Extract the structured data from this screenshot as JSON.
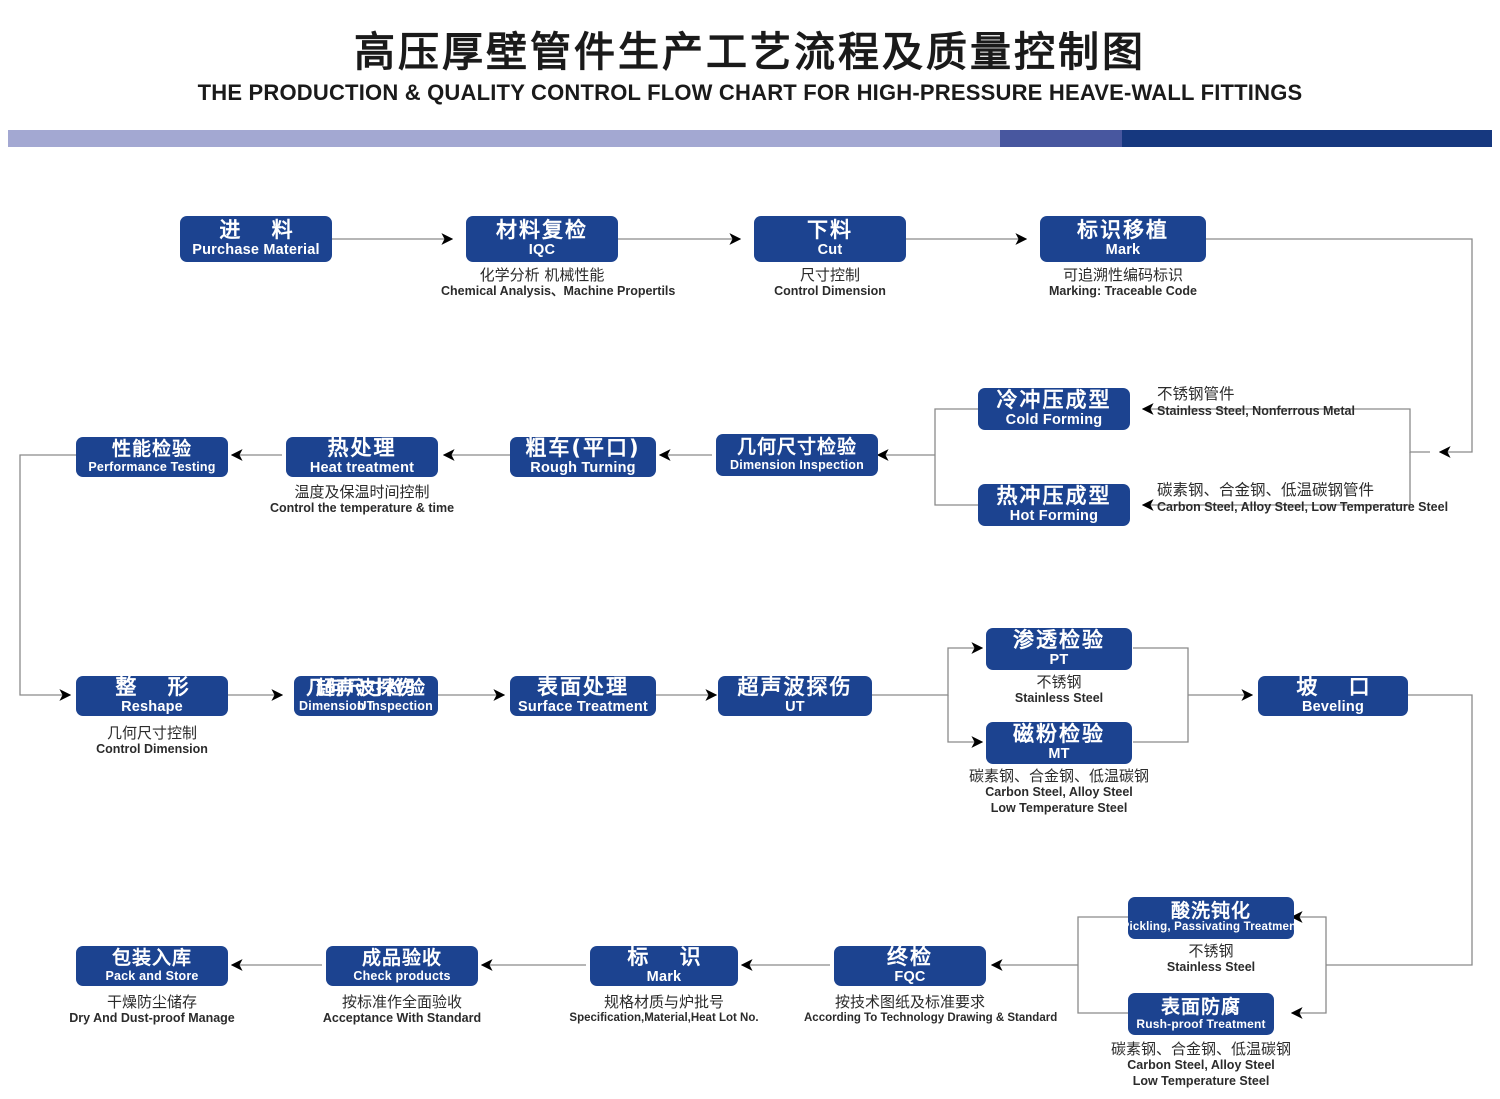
{
  "header": {
    "title_cn": "高压厚壁管件生产工艺流程及质量控制图",
    "title_en": "THE PRODUCTION & QUALITY CONTROL FLOW CHART FOR HIGH-PRESSURE HEAVE-WALL  FITTINGS",
    "bar_colors": [
      "#a3a8d2",
      "#48579f",
      "#16387f"
    ]
  },
  "theme": {
    "box_fill": "#1c4390",
    "box_text": "#ffffff",
    "caption_text": "#2b2b2b",
    "wire_color": "#7a7a7a",
    "arrow_color": "#000000",
    "background": "#ffffff"
  },
  "nodes": {
    "purchase": {
      "cn": "进 料",
      "en": "Purchase Material"
    },
    "iqc": {
      "cn": "材料复检",
      "en": "IQC"
    },
    "cut": {
      "cn": "下料",
      "en": "Cut"
    },
    "mark1": {
      "cn": "标识移植",
      "en": "Mark"
    },
    "cold": {
      "cn": "冷冲压成型",
      "en": "Cold Forming"
    },
    "hot": {
      "cn": "热冲压成型",
      "en": "Hot Forming"
    },
    "dim1": {
      "cn": "几何尺寸检验",
      "en": "Dimension Inspection"
    },
    "rough": {
      "cn": "粗车(平口)",
      "en": "Rough Turning"
    },
    "heat": {
      "cn": "热处理",
      "en": "Heat treatment"
    },
    "perf": {
      "cn": "性能检验",
      "en": "Performance Testing"
    },
    "reshape": {
      "cn": "整 形",
      "en": "Reshape"
    },
    "dim2": {
      "cn": "几何尺寸检验",
      "en": "Dimension Inspection"
    },
    "dim2_over": {
      "cn": "超声波探伤",
      "en": "UT"
    },
    "surface": {
      "cn": "表面处理",
      "en": "Surface Treatment"
    },
    "ut": {
      "cn": "超声波探伤",
      "en": "UT"
    },
    "pt": {
      "cn": "渗透检验",
      "en": "PT"
    },
    "mt": {
      "cn": "磁粉检验",
      "en": "MT"
    },
    "bevel": {
      "cn": "坡 口",
      "en": "Beveling"
    },
    "pickling": {
      "cn": "酸洗钝化",
      "en": "Pickling, Passivating  Treatment"
    },
    "rustproof": {
      "cn": "表面防腐",
      "en": "Rush-proof Treatment"
    },
    "fqc": {
      "cn": "终检",
      "en": "FQC"
    },
    "mark2": {
      "cn": "标  识",
      "en": "Mark"
    },
    "checkprod": {
      "cn": "成品验收",
      "en": "Check products"
    },
    "pack": {
      "cn": "包装入库",
      "en": "Pack and Store"
    }
  },
  "captions": {
    "iqc": {
      "cn": "化学分析 机械性能",
      "en": "Chemical  Analysis、Machine Propertils"
    },
    "cut": {
      "cn": "尺寸控制",
      "en": "Control Dimension"
    },
    "mark1": {
      "cn": "可追溯性编码标识",
      "en": "Marking: Traceable  Code"
    },
    "heat": {
      "cn": "温度及保温时间控制",
      "en": "Control the  temperature  &  time"
    },
    "reshape": {
      "cn": "几何尺寸控制",
      "en": "Control Dimension"
    },
    "pt": {
      "cn": "不锈钢",
      "en": "Stainless Steel"
    },
    "mt": {
      "cn": "碳素钢、合金钢、低温碳钢",
      "en": "Carbon Steel, Alloy Steel",
      "en2": "Low Temperature Steel"
    },
    "pickling": {
      "cn": "不锈钢",
      "en": "Stainless Steel"
    },
    "rustproof": {
      "cn": "碳素钢、合金钢、低温碳钢",
      "en": "Carbon Steel, Alloy Steel",
      "en2": "Low Temperature Steel"
    },
    "fqc": {
      "cn": "按技术图纸及标准要求",
      "en": "According To Technology Drawing & Standard"
    },
    "mark2": {
      "cn": "规格材质与炉批号",
      "en": "Specification,Material,Heat Lot No."
    },
    "checkprod": {
      "cn": "按标准作全面验收",
      "en": "Acceptance  With  Standard"
    },
    "pack": {
      "cn": "干燥防尘储存",
      "en": "Dry  And Dust-proof  Manage"
    }
  },
  "side_labels": {
    "cold_material": {
      "cn": "不锈钢管件",
      "en": "Stainless Steel, Nonferrous Metal"
    },
    "hot_material": {
      "cn": "碳素钢、合金钢、低温碳钢管件",
      "en": "Carbon Steel, Alloy Steel, Low Temperature Steel"
    }
  },
  "flow": {
    "edges": [
      "purchase->iqc",
      "iqc->cut",
      "cut->mark1",
      "mark1->forming-split",
      "forming-split->cold",
      "forming-split->hot",
      "cold->dim1",
      "hot->dim1",
      "dim1->rough",
      "rough->heat",
      "heat->perf",
      "perf->reshape",
      "reshape->dim2",
      "dim2->surface",
      "surface->ut",
      "ut->pt",
      "ut->mt",
      "pt->bevel",
      "mt->bevel",
      "bevel->pickling",
      "bevel->rustproof",
      "pickling->fqc",
      "rustproof->fqc",
      "fqc->mark2",
      "mark2->checkprod",
      "checkprod->pack"
    ]
  }
}
